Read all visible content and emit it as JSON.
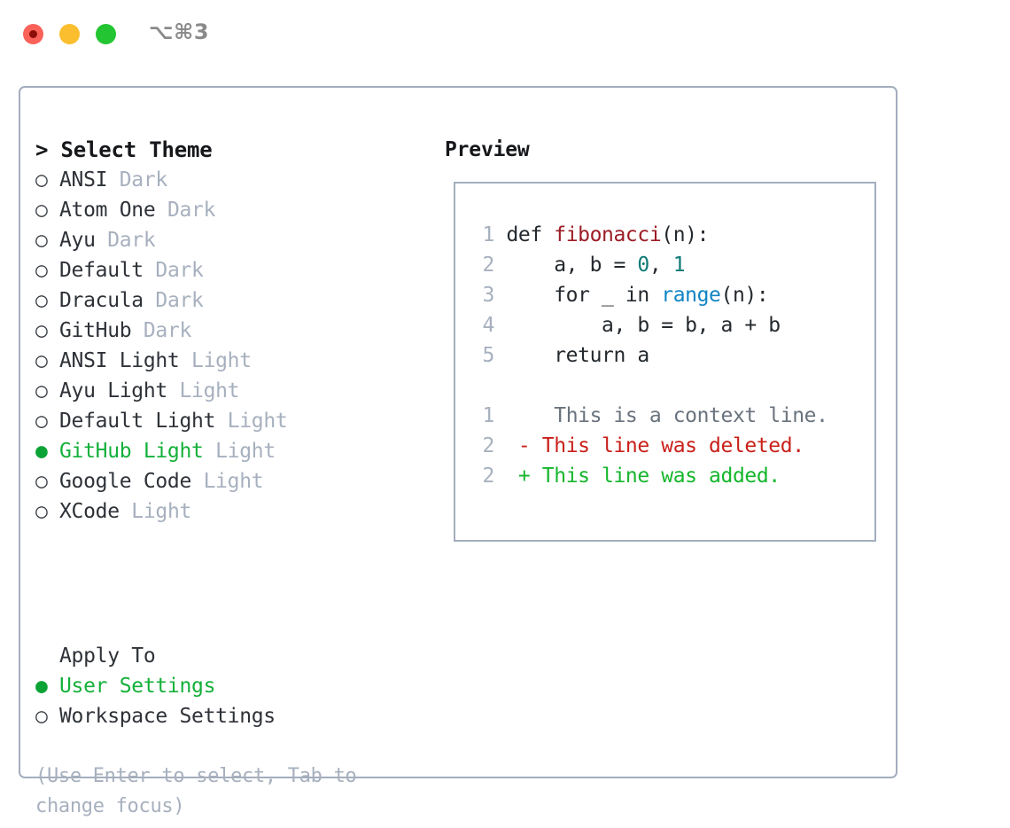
{
  "window": {
    "title": "⌥⌘3",
    "traffic_lights": [
      "close",
      "minimize",
      "maximize"
    ],
    "colors": {
      "close": "#fa6159",
      "minimize": "#fbbe2e",
      "maximize": "#23c532",
      "panel_border": "#a3adbd",
      "accent_green": "#14b03a",
      "muted": "#a7b0be"
    }
  },
  "theme_panel": {
    "heading": "> Select Theme",
    "radio_off_glyph": "○",
    "radio_on_glyph": "●",
    "items": [
      {
        "name": "ANSI",
        "kind": "Dark",
        "selected": false
      },
      {
        "name": "Atom One",
        "kind": "Dark",
        "selected": false
      },
      {
        "name": "Ayu",
        "kind": "Dark",
        "selected": false
      },
      {
        "name": "Default",
        "kind": "Dark",
        "selected": false
      },
      {
        "name": "Dracula",
        "kind": "Dark",
        "selected": false
      },
      {
        "name": "GitHub",
        "kind": "Dark",
        "selected": false
      },
      {
        "name": "ANSI Light",
        "kind": "Light",
        "selected": false
      },
      {
        "name": "Ayu Light",
        "kind": "Light",
        "selected": false
      },
      {
        "name": "Default Light",
        "kind": "Light",
        "selected": false
      },
      {
        "name": "GitHub Light",
        "kind": "Light",
        "selected": true
      },
      {
        "name": "Google Code",
        "kind": "Light",
        "selected": false
      },
      {
        "name": "XCode",
        "kind": "Light",
        "selected": false
      }
    ]
  },
  "apply_to": {
    "heading": "Apply To",
    "options": [
      {
        "label": "User Settings",
        "selected": true
      },
      {
        "label": "Workspace Settings",
        "selected": false
      }
    ]
  },
  "hint": "(Use Enter to select, Tab to change focus)",
  "preview": {
    "heading": "Preview",
    "code_lines": [
      {
        "num": "1",
        "tokens": [
          {
            "text": " def ",
            "style": "tok-plain"
          },
          {
            "text": "fibonacci",
            "style": "tok-fn"
          },
          {
            "text": "(n):",
            "style": "tok-plain"
          }
        ]
      },
      {
        "num": "2",
        "tokens": [
          {
            "text": "     a, b = ",
            "style": "tok-plain"
          },
          {
            "text": "0",
            "style": "tok-num"
          },
          {
            "text": ", ",
            "style": "tok-plain"
          },
          {
            "text": "1",
            "style": "tok-num"
          }
        ]
      },
      {
        "num": "3",
        "tokens": [
          {
            "text": "     for _ in ",
            "style": "tok-plain"
          },
          {
            "text": "range",
            "style": "tok-call"
          },
          {
            "text": "(n):",
            "style": "tok-plain"
          }
        ]
      },
      {
        "num": "4",
        "tokens": [
          {
            "text": "         a, b = b, a + b",
            "style": "tok-plain"
          }
        ]
      },
      {
        "num": "5",
        "tokens": [
          {
            "text": "     return a",
            "style": "tok-plain"
          }
        ]
      }
    ],
    "diff_lines": [
      {
        "num": "1",
        "marker": "  ",
        "text": " This is a context line.",
        "style": "diff-ctx"
      },
      {
        "num": "2",
        "marker": "- ",
        "text": "This line was deleted.",
        "style": "diff-del"
      },
      {
        "num": "2",
        "marker": "+ ",
        "text": "This line was added.",
        "style": "diff-add"
      }
    ]
  }
}
